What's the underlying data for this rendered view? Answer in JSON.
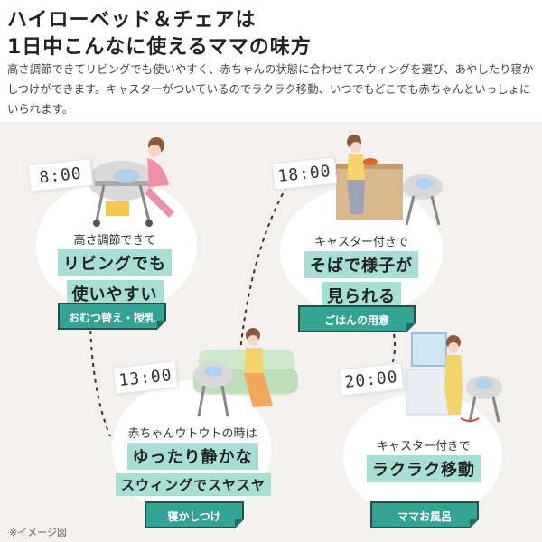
{
  "header": {
    "title_line1": "ハイローベッド＆チェアは",
    "title_line2": "1日中こんなに使えるママの味方",
    "description": "高さ調節できてリビングでも使いやすく、赤ちゃんの状態に合わせてスウィングを選び、あやしたり寝かしつけができます。キャスターがついているのでラクラク移動、いつでもどこでも赤ちゃんといっしょにいられます。"
  },
  "scenes": [
    {
      "time": "8:00",
      "caption_lines": [
        "高さ調節できて"
      ],
      "highlight_lines": [
        "リビングでも",
        "使いやすい"
      ],
      "label": "おむつ替え・授乳"
    },
    {
      "time": "18:00",
      "caption_lines": [
        "キャスター付きで"
      ],
      "highlight_lines": [
        "そばで様子が",
        "見られる"
      ],
      "label": "ごはんの用意"
    },
    {
      "time": "13:00",
      "caption_lines": [
        "赤ちゃんウトウトの時は"
      ],
      "highlight_lines": [
        "ゆったり静かな",
        "スウィングでスヤスヤ"
      ],
      "label": "寝かしつけ"
    },
    {
      "time": "20:00",
      "caption_lines": [
        "キャスター付きで"
      ],
      "highlight_lines": [
        "ラクラク移動"
      ],
      "label": "ママお風呂"
    }
  ],
  "footnote": "※イメージ図",
  "colors": {
    "label_bg": "#33a393",
    "highlight": "#a8dfd5",
    "panel_bg": "#f3f1ee",
    "person_top": "#f08fa8",
    "person_yellow": "#f5d36b"
  },
  "illustrations": [
    "mother-changing-diaper-illustration",
    "mother-cooking-illustration",
    "mother-on-sofa-illustration",
    "mother-after-bath-illustration"
  ]
}
